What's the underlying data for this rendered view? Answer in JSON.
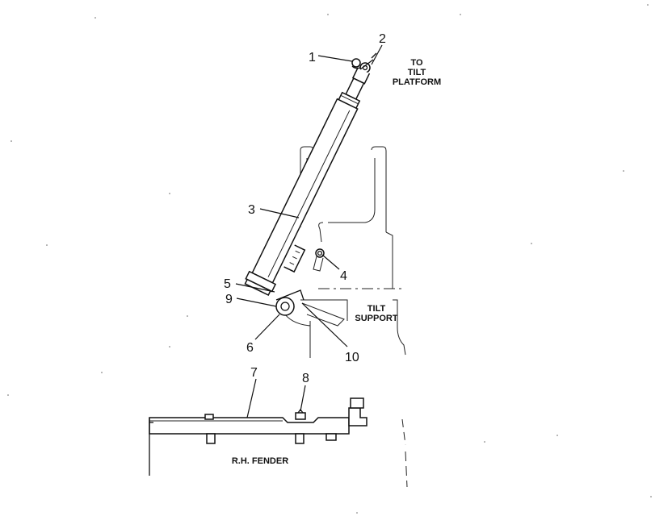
{
  "callouts": {
    "c1": "1",
    "c2": "2",
    "c3": "3",
    "c4": "4",
    "c5": "5",
    "c6": "6",
    "c7": "7",
    "c8": "8",
    "c9": "9",
    "c10": "10"
  },
  "labels": {
    "to_tilt_platform": [
      "TO",
      "TILT",
      "PLATFORM"
    ],
    "tilt_support": [
      "TILT",
      "SUPPORT"
    ],
    "rh_fender": "R.H. FENDER"
  }
}
